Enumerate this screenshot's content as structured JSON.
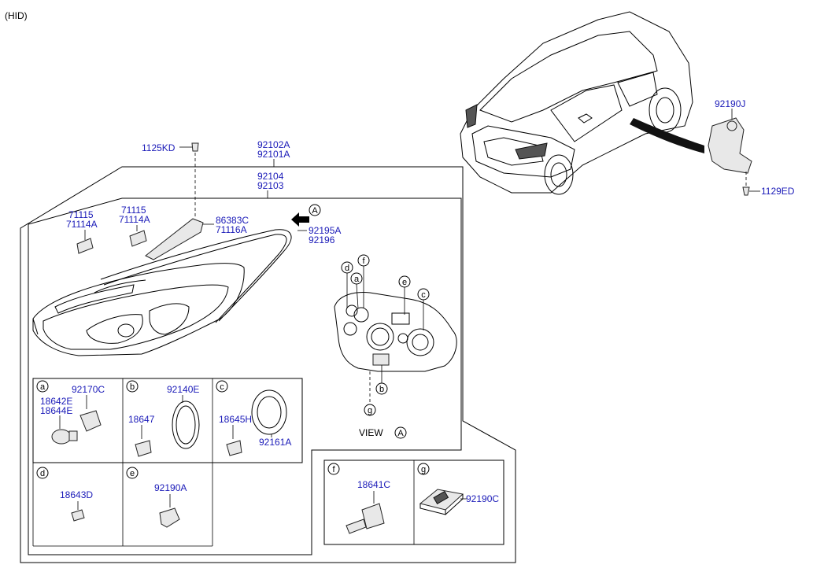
{
  "header": {
    "variant": "(HID)"
  },
  "labels": {
    "p92190J": "92190J",
    "p1129ED": "1129ED",
    "p1125KD": "1125KD",
    "p92102A": "92102A",
    "p92101A": "92101A",
    "p92104": "92104",
    "p92103": "92103",
    "p71115_1": "71115",
    "p71114A_1": "71114A",
    "p71115_2": "71115",
    "p71114A_2": "71114A",
    "p86383C": "86383C",
    "p71116A": "71116A",
    "p92195A": "92195A",
    "p92196": "92196",
    "p92170C": "92170C",
    "p18642E": "18642E",
    "p18644E": "18644E",
    "p92140E": "92140E",
    "p18647": "18647",
    "p18645H": "18645H",
    "p92161A": "92161A",
    "p18643D": "18643D",
    "p92190A": "92190A",
    "p18641C": "18641C",
    "p92190C": "92190C"
  },
  "view": {
    "text": "VIEW",
    "ref": "A"
  },
  "callouts": {
    "A": "A",
    "a": "a",
    "b": "b",
    "c": "c",
    "d": "d",
    "e": "e",
    "f": "f",
    "g": "g"
  },
  "cells": {
    "a": "a",
    "b": "b",
    "c": "c",
    "d": "d",
    "e": "e",
    "f": "f",
    "g": "g"
  }
}
